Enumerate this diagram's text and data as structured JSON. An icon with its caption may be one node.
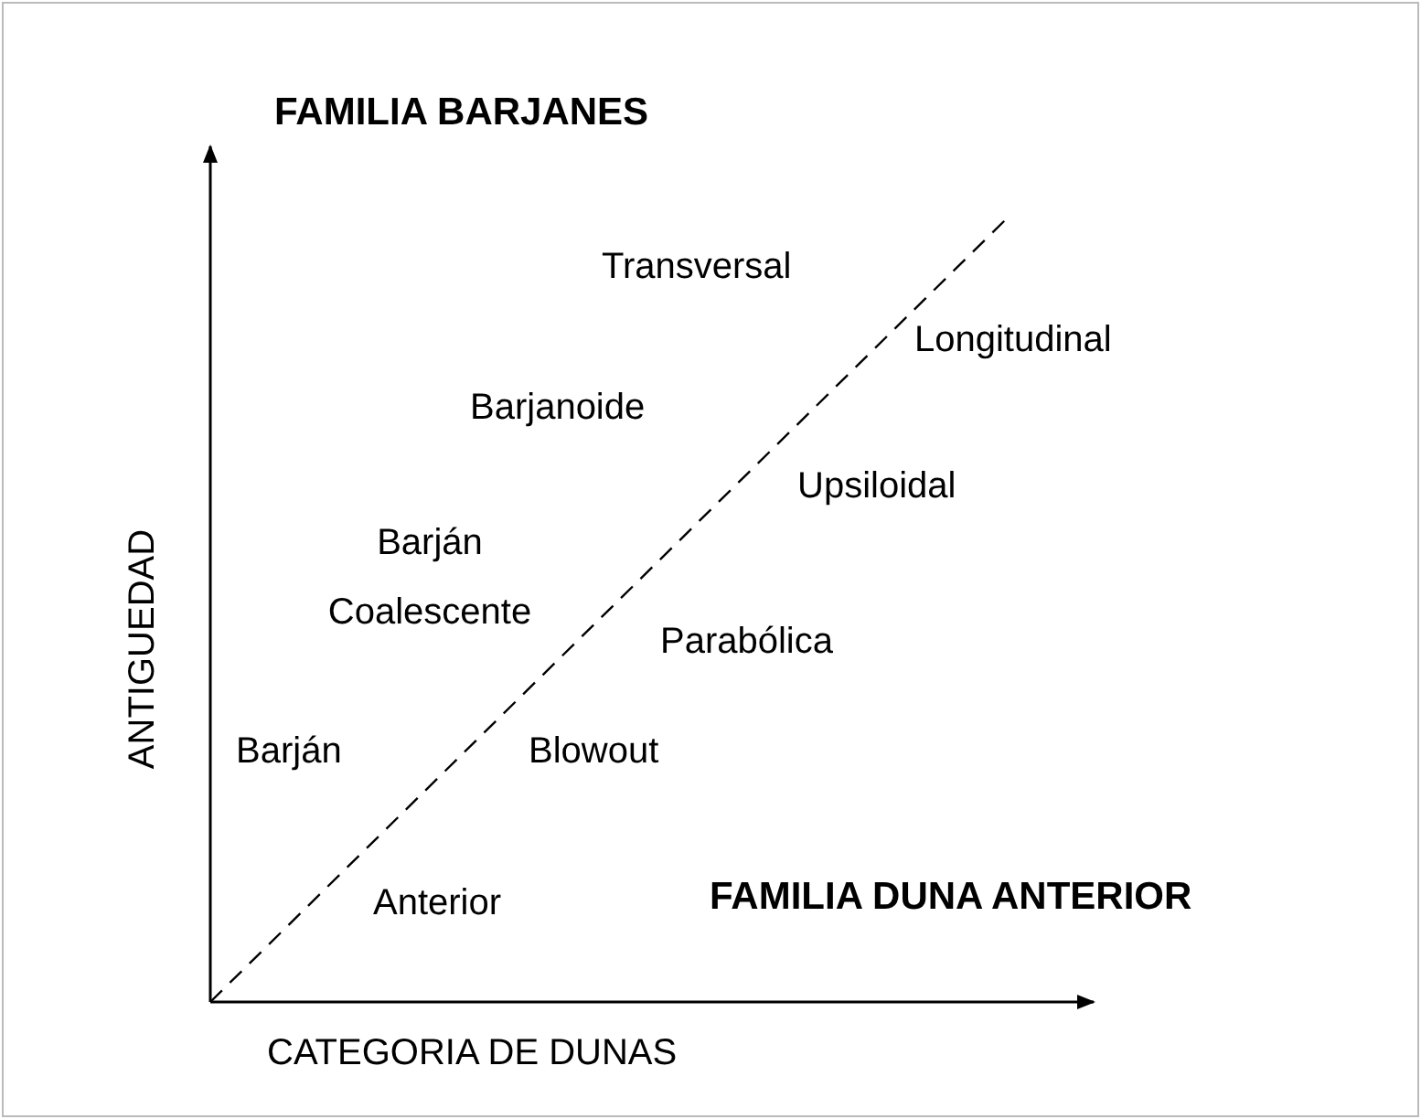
{
  "diagram": {
    "labels": [
      "FAMILIA BARJANES",
      "Transversal",
      "Longitudinal",
      "Barjanoide",
      "Upsiloidal",
      "Barján Coalescente",
      "Parabólica",
      "Barján",
      "Blowout",
      "Anterior",
      "FAMILIA DUNA ANTERIOR",
      "ANTIGUEDAD",
      "CATEGORIA DE DUNAS"
    ]
  }
}
